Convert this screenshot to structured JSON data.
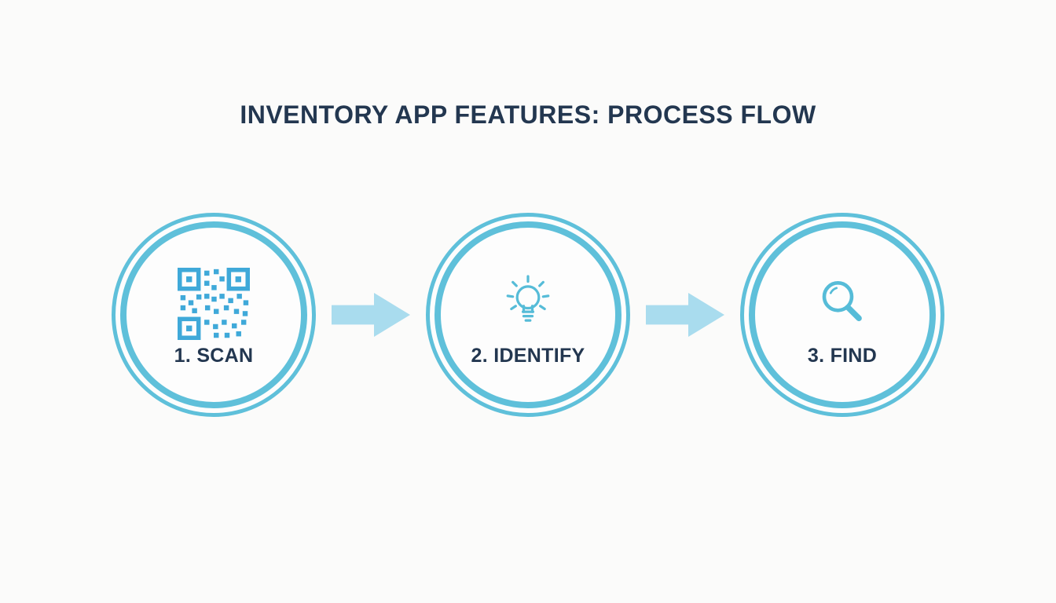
{
  "title": "INVENTORY APP FEATURES: PROCESS FLOW",
  "steps": [
    {
      "label": "1. SCAN",
      "icon": "qr-code-icon"
    },
    {
      "label": "2. IDENTIFY",
      "icon": "lightbulb-icon"
    },
    {
      "label": "3. FIND",
      "icon": "magnifier-icon"
    }
  ],
  "arrows": [
    {
      "direction": "right"
    },
    {
      "direction": "right"
    }
  ],
  "colors": {
    "ring": "#5fc0da",
    "arrow": "#a9dcee",
    "text": "#233750",
    "qr_icon": "#3fa9d9",
    "stroke_icon": "#56bcd8",
    "background": "#fbfbfa"
  }
}
